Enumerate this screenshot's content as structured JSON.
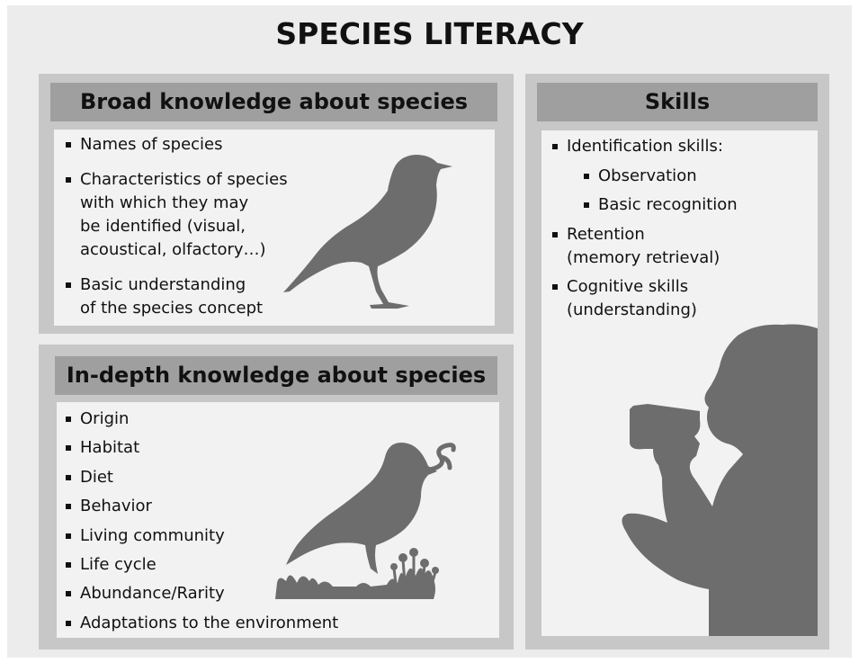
{
  "title": "SPECIES LITERACY",
  "broad": {
    "heading": "Broad knowledge about species",
    "items": [
      [
        "Names of species"
      ],
      [
        "Characteristics of species",
        "with which they may",
        "be identified (visual,",
        "acoustical, olfactory…)"
      ],
      [
        "Basic understanding",
        "of the species concept"
      ]
    ]
  },
  "indepth": {
    "heading": "In-depth knowledge about species",
    "items": [
      "Origin",
      "Habitat",
      "Diet",
      "Behavior",
      "Living community",
      "Life cycle",
      "Abundance/Rarity",
      "Adaptations to the environment"
    ]
  },
  "skills": {
    "heading": "Skills",
    "items": [
      {
        "text": [
          "Identification skills:"
        ],
        "sub": false
      },
      {
        "text": [
          "Observation"
        ],
        "sub": true
      },
      {
        "text": [
          "Basic recognition"
        ],
        "sub": true
      },
      {
        "text": [
          "Retention",
          "(memory retrieval)"
        ],
        "sub": false
      },
      {
        "text": [
          "Cognitive skills",
          "(understanding)"
        ],
        "sub": false
      }
    ]
  },
  "colors": {
    "silhouette": "#6d6d6d",
    "band": "#9f9f9f",
    "frame": "#c7c7c7",
    "panel": "#f2f2f2"
  },
  "icons": [
    "bird-silhouette-icon",
    "bird-with-worm-silhouette-icon",
    "birdwatcher-with-binoculars-icon"
  ]
}
